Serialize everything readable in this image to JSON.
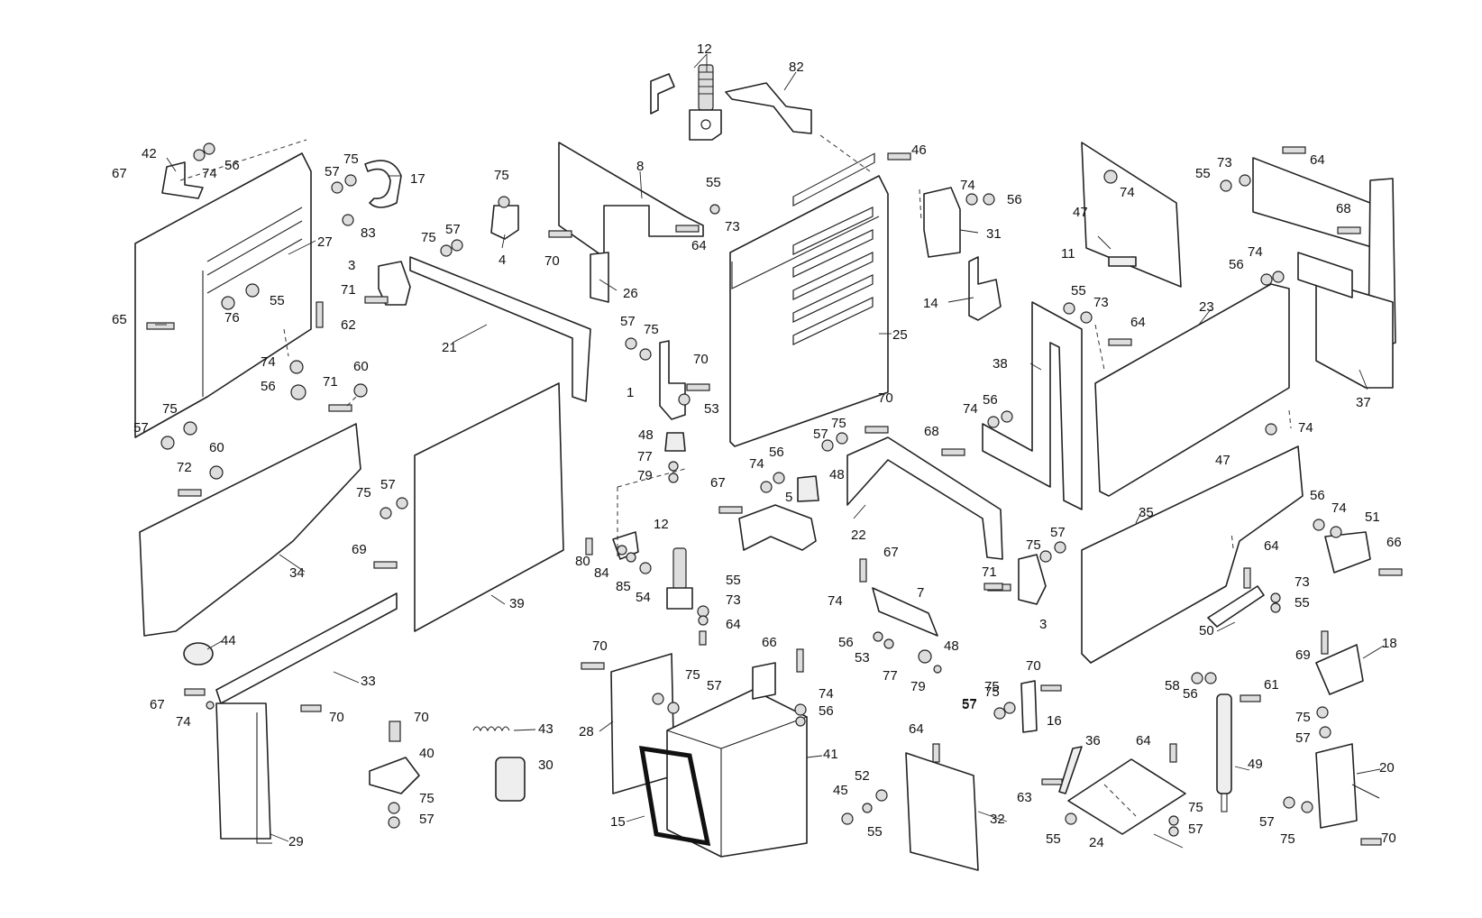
{
  "diagram": {
    "parts": [
      {
        "id": "p1",
        "label": "12"
      },
      {
        "id": "p2",
        "label": "82"
      },
      {
        "id": "p3",
        "label": "42"
      },
      {
        "id": "p4",
        "label": "56"
      },
      {
        "id": "p5",
        "label": "74"
      },
      {
        "id": "p6",
        "label": "67"
      },
      {
        "id": "p7",
        "label": "75"
      },
      {
        "id": "p8",
        "label": "57"
      },
      {
        "id": "p9",
        "label": "17"
      },
      {
        "id": "p10",
        "label": "83"
      },
      {
        "id": "p11",
        "label": "27"
      },
      {
        "id": "p12",
        "label": "65"
      },
      {
        "id": "p13",
        "label": "76"
      },
      {
        "id": "p14",
        "label": "55"
      },
      {
        "id": "p15",
        "label": "62"
      },
      {
        "id": "p16",
        "label": "74"
      },
      {
        "id": "p17",
        "label": "60"
      },
      {
        "id": "p18",
        "label": "56"
      },
      {
        "id": "p19",
        "label": "71"
      },
      {
        "id": "p20",
        "label": "75"
      },
      {
        "id": "p21",
        "label": "57"
      },
      {
        "id": "p22",
        "label": "60"
      },
      {
        "id": "p23",
        "label": "72"
      },
      {
        "id": "p24",
        "label": "8"
      },
      {
        "id": "p25",
        "label": "75"
      },
      {
        "id": "p26",
        "label": "4"
      },
      {
        "id": "p27",
        "label": "70"
      },
      {
        "id": "p28",
        "label": "55"
      },
      {
        "id": "p29",
        "label": "73"
      },
      {
        "id": "p30",
        "label": "64"
      },
      {
        "id": "p31",
        "label": "75"
      },
      {
        "id": "p32",
        "label": "57"
      },
      {
        "id": "p33",
        "label": "3"
      },
      {
        "id": "p34",
        "label": "71"
      },
      {
        "id": "p35",
        "label": "21"
      },
      {
        "id": "p36",
        "label": "26"
      },
      {
        "id": "p37",
        "label": "57"
      },
      {
        "id": "p38",
        "label": "75"
      },
      {
        "id": "p39",
        "label": "1"
      },
      {
        "id": "p40",
        "label": "70"
      },
      {
        "id": "p41",
        "label": "53"
      },
      {
        "id": "p42",
        "label": "48"
      },
      {
        "id": "p43",
        "label": "77"
      },
      {
        "id": "p44",
        "label": "79"
      },
      {
        "id": "p45",
        "label": "46"
      },
      {
        "id": "p46",
        "label": "74"
      },
      {
        "id": "p47",
        "label": "56"
      },
      {
        "id": "p48",
        "label": "31"
      },
      {
        "id": "p49",
        "label": "14"
      },
      {
        "id": "p50",
        "label": "25"
      },
      {
        "id": "p51",
        "label": "70"
      },
      {
        "id": "p52",
        "label": "57"
      },
      {
        "id": "p53",
        "label": "75"
      },
      {
        "id": "p54",
        "label": "74"
      },
      {
        "id": "p55",
        "label": "47"
      },
      {
        "id": "p56",
        "label": "11"
      },
      {
        "id": "p57",
        "label": "73"
      },
      {
        "id": "p58",
        "label": "55"
      },
      {
        "id": "p59",
        "label": "64"
      },
      {
        "id": "p60",
        "label": "68"
      },
      {
        "id": "p61",
        "label": "56"
      },
      {
        "id": "p62",
        "label": "74"
      },
      {
        "id": "p63",
        "label": "23"
      },
      {
        "id": "p64",
        "label": "37"
      },
      {
        "id": "p65",
        "label": "55"
      },
      {
        "id": "p66",
        "label": "73"
      },
      {
        "id": "p67",
        "label": "64"
      },
      {
        "id": "p68",
        "label": "38"
      },
      {
        "id": "p69",
        "label": "74"
      },
      {
        "id": "p70",
        "label": "56"
      },
      {
        "id": "p71",
        "label": "68"
      },
      {
        "id": "p72",
        "label": "74"
      },
      {
        "id": "p73",
        "label": "47"
      },
      {
        "id": "p74",
        "label": "75"
      },
      {
        "id": "p75",
        "label": "57"
      },
      {
        "id": "p76",
        "label": "34"
      },
      {
        "id": "p77",
        "label": "69"
      },
      {
        "id": "p78",
        "label": "39"
      },
      {
        "id": "p79",
        "label": "44"
      },
      {
        "id": "p80",
        "label": "33"
      },
      {
        "id": "p81",
        "label": "67"
      },
      {
        "id": "p82",
        "label": "74"
      },
      {
        "id": "p83",
        "label": "70"
      },
      {
        "id": "p84",
        "label": "29"
      },
      {
        "id": "p85",
        "label": "67"
      },
      {
        "id": "p86",
        "label": "74"
      },
      {
        "id": "p87",
        "label": "56"
      },
      {
        "id": "p88",
        "label": "5"
      },
      {
        "id": "p89",
        "label": "48"
      },
      {
        "id": "p90",
        "label": "57"
      },
      {
        "id": "p91",
        "label": "75"
      },
      {
        "id": "p92",
        "label": "22"
      },
      {
        "id": "p93",
        "label": "12"
      },
      {
        "id": "p94",
        "label": "80"
      },
      {
        "id": "p95",
        "label": "84"
      },
      {
        "id": "p96",
        "label": "85"
      },
      {
        "id": "p97",
        "label": "54"
      },
      {
        "id": "p98",
        "label": "55"
      },
      {
        "id": "p99",
        "label": "73"
      },
      {
        "id": "p100",
        "label": "64"
      },
      {
        "id": "p101",
        "label": "67"
      },
      {
        "id": "p102",
        "label": "74"
      },
      {
        "id": "p103",
        "label": "7"
      },
      {
        "id": "p104",
        "label": "56"
      },
      {
        "id": "p105",
        "label": "53"
      },
      {
        "id": "p106",
        "label": "48"
      },
      {
        "id": "p107",
        "label": "77"
      },
      {
        "id": "p108",
        "label": "79"
      },
      {
        "id": "p109",
        "label": "71"
      },
      {
        "id": "p110",
        "label": "3"
      },
      {
        "id": "p111",
        "label": "75"
      },
      {
        "id": "p112",
        "label": "57"
      },
      {
        "id": "p113",
        "label": "35"
      },
      {
        "id": "p114",
        "label": "64"
      },
      {
        "id": "p115",
        "label": "73"
      },
      {
        "id": "p116",
        "label": "55"
      },
      {
        "id": "p117",
        "label": "50"
      },
      {
        "id": "p118",
        "label": "56"
      },
      {
        "id": "p119",
        "label": "74"
      },
      {
        "id": "p120",
        "label": "51"
      },
      {
        "id": "p121",
        "label": "66"
      },
      {
        "id": "p122",
        "label": "70"
      },
      {
        "id": "p123",
        "label": "75"
      },
      {
        "id": "p124",
        "label": "57"
      },
      {
        "id": "p125",
        "label": "28"
      },
      {
        "id": "p126",
        "label": "66"
      },
      {
        "id": "p127",
        "label": "74"
      },
      {
        "id": "p128",
        "label": "56"
      },
      {
        "id": "p129",
        "label": "41"
      },
      {
        "id": "p130",
        "label": "15"
      },
      {
        "id": "p131",
        "label": "43"
      },
      {
        "id": "p132",
        "label": "30"
      },
      {
        "id": "p133",
        "label": "70"
      },
      {
        "id": "p134",
        "label": "40"
      },
      {
        "id": "p135",
        "label": "75"
      },
      {
        "id": "p136",
        "label": "57"
      },
      {
        "id": "p137",
        "label": "64"
      },
      {
        "id": "p138",
        "label": "52"
      },
      {
        "id": "p139",
        "label": "45"
      },
      {
        "id": "p140",
        "label": "55"
      },
      {
        "id": "p141",
        "label": "32"
      },
      {
        "id": "p142",
        "label": "70"
      },
      {
        "id": "p143",
        "label": "75"
      },
      {
        "id": "p144",
        "label": "57"
      },
      {
        "id": "p145",
        "label": "16"
      },
      {
        "id": "p146",
        "label": "36"
      },
      {
        "id": "p147",
        "label": "64"
      },
      {
        "id": "p148",
        "label": "63"
      },
      {
        "id": "p149",
        "label": "75"
      },
      {
        "id": "p150",
        "label": "57"
      },
      {
        "id": "p151",
        "label": "55"
      },
      {
        "id": "p152",
        "label": "24"
      },
      {
        "id": "p153",
        "label": "58"
      },
      {
        "id": "p154",
        "label": "56"
      },
      {
        "id": "p155",
        "label": "61"
      },
      {
        "id": "p156",
        "label": "49"
      },
      {
        "id": "p157",
        "label": "69"
      },
      {
        "id": "p158",
        "label": "18"
      },
      {
        "id": "p159",
        "label": "75"
      },
      {
        "id": "p160",
        "label": "57"
      },
      {
        "id": "p161",
        "label": "20"
      },
      {
        "id": "p162",
        "label": "57"
      },
      {
        "id": "p163",
        "label": "75"
      },
      {
        "id": "p164",
        "label": "70"
      }
    ]
  }
}
